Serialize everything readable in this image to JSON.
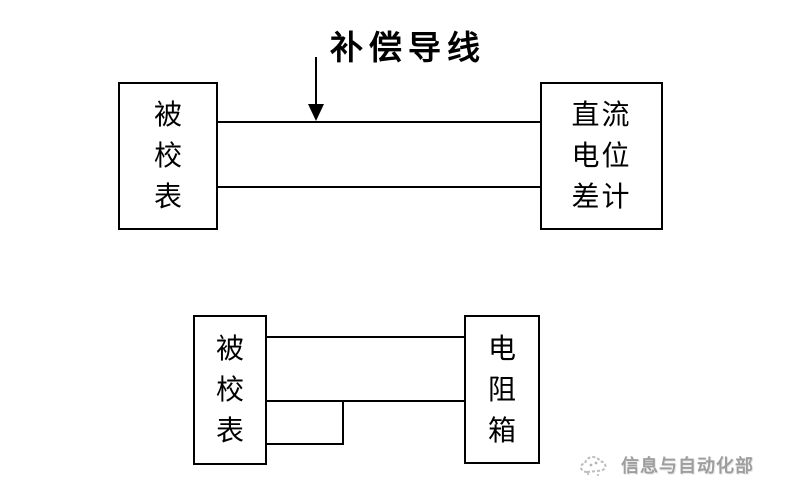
{
  "title": {
    "label": "补偿导线"
  },
  "diagram_top": {
    "left_box": {
      "label": "被校表",
      "chars": [
        "被",
        "校",
        "表"
      ]
    },
    "right_box": {
      "label": "直流电位差计",
      "lines": [
        "直流",
        "电位",
        "差计"
      ]
    },
    "annotation_arrow": "points down from title to upper wire",
    "wires": "two horizontal wires connecting left box to right box"
  },
  "diagram_bottom": {
    "left_box": {
      "label": "被校表",
      "chars": [
        "被",
        "校",
        "表"
      ]
    },
    "right_box": {
      "label": "电阻箱",
      "chars": [
        "电",
        "阻",
        "箱"
      ]
    },
    "wires": "two horizontal wires box-to-box plus a lower branch joining the middle wire"
  },
  "watermark": {
    "label": "信息与自动化部",
    "icon": "cloud-logo-icon",
    "color": "#9e9e9e"
  },
  "colors": {
    "background": "#ffffff",
    "line": "#000000",
    "watermark": "#9e9e9e"
  }
}
